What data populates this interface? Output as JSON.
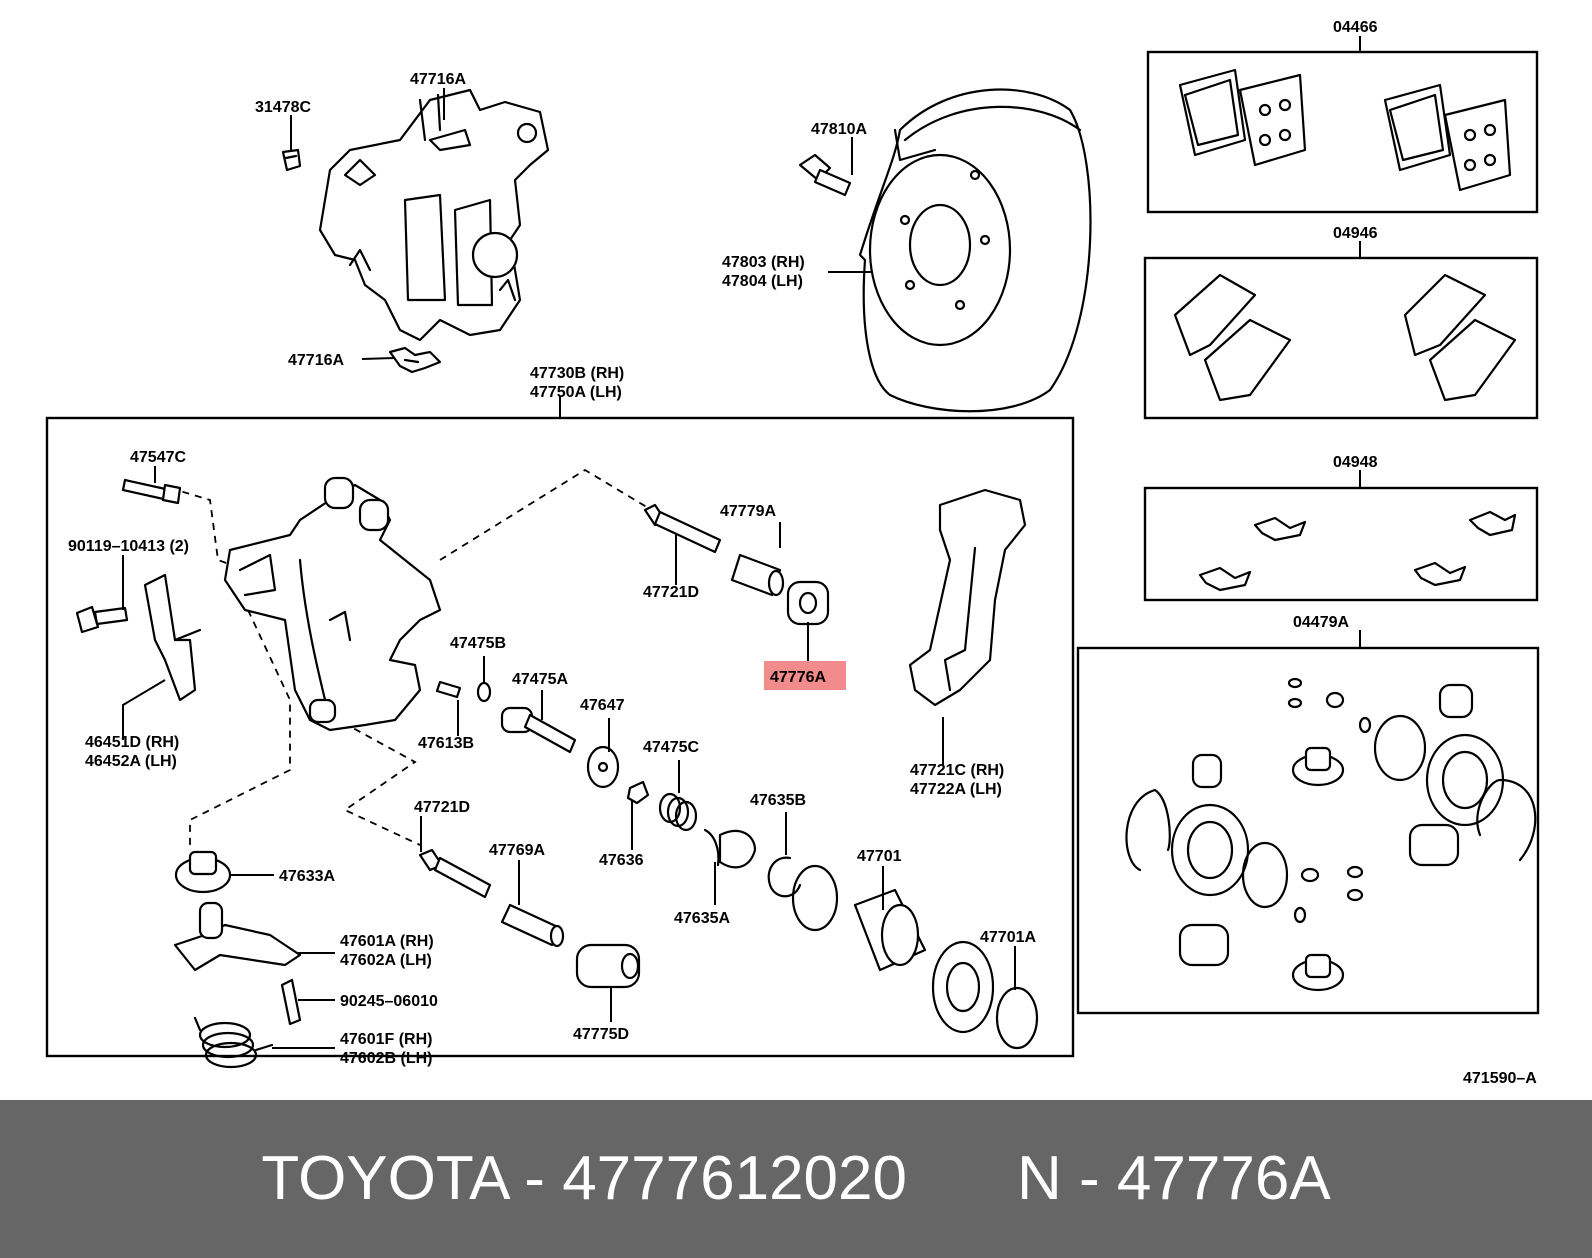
{
  "footer": {
    "brand": "TOYOTA",
    "part_number": "4777612020",
    "ref_prefix": "N",
    "ref_code": "47776A",
    "separator": " - "
  },
  "highlight_color": "#f28b8b",
  "footer_bg_color": "#666666",
  "diagram": {
    "drawing_id": "471590–A",
    "labels": {
      "l_47716A_top": "47716A",
      "l_31478C": "31478C",
      "l_47716A_bot": "47716A",
      "l_47810A": "47810A",
      "l_47803": "47803 (RH)",
      "l_47804": "47804 (LH)",
      "l_04466": "04466",
      "l_04946": "04946",
      "l_04948": "04948",
      "l_04479A": "04479A",
      "l_47730B": "47730B (RH)",
      "l_47750A": "47750A (LH)",
      "l_47547C": "47547C",
      "l_90119": "90119–10413 (2)",
      "l_46451D": "46451D (RH)",
      "l_46452A": "46452A (LH)",
      "l_47633A": "47633A",
      "l_47601A": "47601A (RH)",
      "l_47602A": "47602A (LH)",
      "l_90245": "90245–06010",
      "l_47601F": "47601F (RH)",
      "l_47602B": "47602B (LH)",
      "l_47779A": "47779A",
      "l_47721D_top": "47721D",
      "l_47776A": "47776A",
      "l_47475B": "47475B",
      "l_47475A": "47475A",
      "l_47613B": "47613B",
      "l_47647": "47647",
      "l_47475C": "47475C",
      "l_47636": "47636",
      "l_47721D_bot": "47721D",
      "l_47769A": "47769A",
      "l_47775D": "47775D",
      "l_47635B": "47635B",
      "l_47635A": "47635A",
      "l_47701": "47701",
      "l_47701A": "47701A",
      "l_47721C": "47721C (RH)",
      "l_47722A": "47722A (LH)"
    }
  }
}
